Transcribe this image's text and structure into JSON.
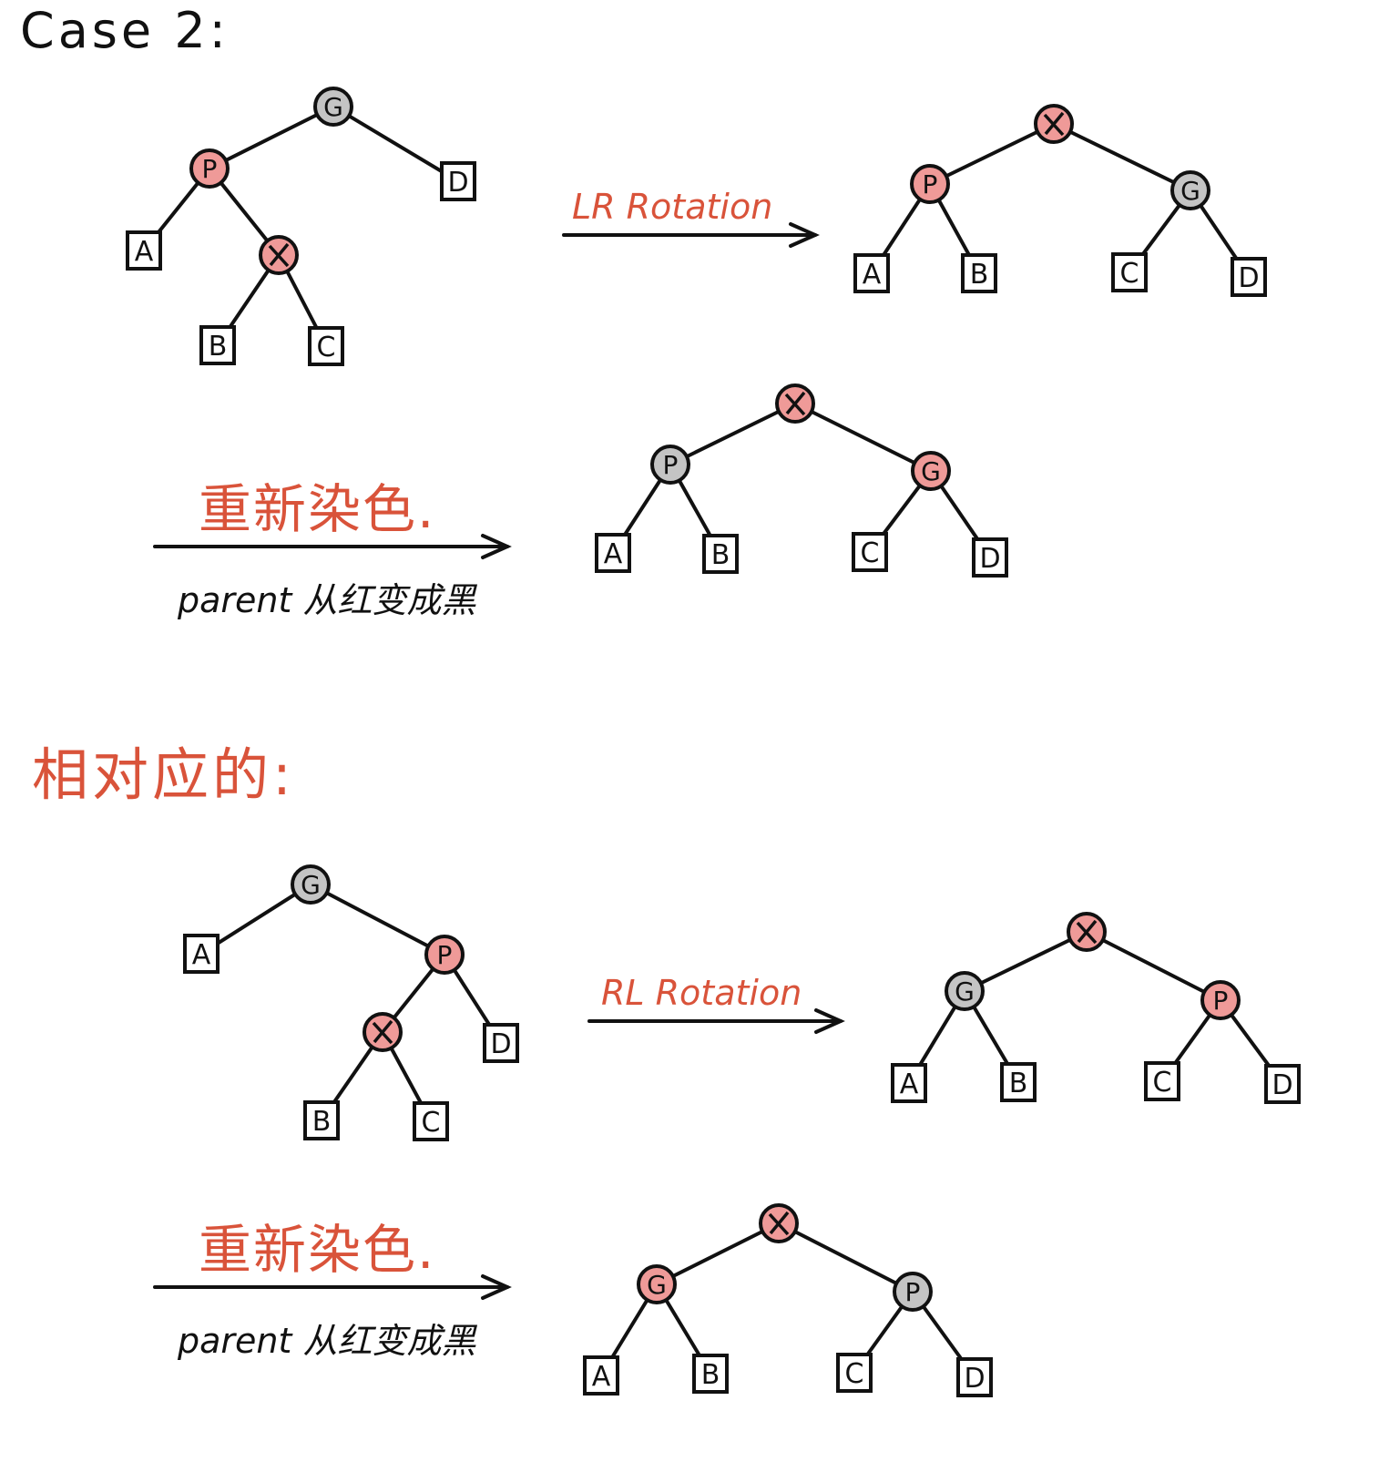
{
  "title": "Case 2:",
  "section_title": "相对应的:",
  "colors": {
    "red_node": "#ef9a98",
    "black_node": "#c4c4c4",
    "annotation": "#d9533a",
    "ink": "#111111"
  },
  "steps": [
    {
      "rotation_label": "LR Rotation",
      "recolor_label": "重新染色.",
      "recolor_note": "parent 从红变成黑"
    },
    {
      "rotation_label": "RL Rotation",
      "recolor_label": "重新染色.",
      "recolor_note": "parent 从红变成黑"
    }
  ],
  "trees": [
    {
      "name": "lr-before",
      "nodes": [
        {
          "id": "G",
          "label": "G",
          "kind": "circle",
          "color": "black"
        },
        {
          "id": "P",
          "label": "P",
          "kind": "circle",
          "color": "red",
          "parent": "G"
        },
        {
          "id": "D",
          "label": "D",
          "kind": "box",
          "parent": "G"
        },
        {
          "id": "A",
          "label": "A",
          "kind": "box",
          "parent": "P"
        },
        {
          "id": "X",
          "label": "X",
          "kind": "circle",
          "color": "red",
          "parent": "P"
        },
        {
          "id": "B",
          "label": "B",
          "kind": "box",
          "parent": "X"
        },
        {
          "id": "C",
          "label": "C",
          "kind": "box",
          "parent": "X"
        }
      ]
    },
    {
      "name": "lr-after-rotation",
      "nodes": [
        {
          "id": "X",
          "label": "X",
          "kind": "circle",
          "color": "red"
        },
        {
          "id": "P",
          "label": "P",
          "kind": "circle",
          "color": "red",
          "parent": "X"
        },
        {
          "id": "G",
          "label": "G",
          "kind": "circle",
          "color": "black",
          "parent": "X"
        },
        {
          "id": "A",
          "label": "A",
          "kind": "box",
          "parent": "P"
        },
        {
          "id": "B",
          "label": "B",
          "kind": "box",
          "parent": "P"
        },
        {
          "id": "C",
          "label": "C",
          "kind": "box",
          "parent": "G"
        },
        {
          "id": "D",
          "label": "D",
          "kind": "box",
          "parent": "G"
        }
      ]
    },
    {
      "name": "lr-after-recolor",
      "nodes": [
        {
          "id": "X",
          "label": "X",
          "kind": "circle",
          "color": "red"
        },
        {
          "id": "P",
          "label": "P",
          "kind": "circle",
          "color": "black",
          "parent": "X"
        },
        {
          "id": "G",
          "label": "G",
          "kind": "circle",
          "color": "red",
          "parent": "X"
        },
        {
          "id": "A",
          "label": "A",
          "kind": "box",
          "parent": "P"
        },
        {
          "id": "B",
          "label": "B",
          "kind": "box",
          "parent": "P"
        },
        {
          "id": "C",
          "label": "C",
          "kind": "box",
          "parent": "G"
        },
        {
          "id": "D",
          "label": "D",
          "kind": "box",
          "parent": "G"
        }
      ]
    },
    {
      "name": "rl-before",
      "nodes": [
        {
          "id": "G",
          "label": "G",
          "kind": "circle",
          "color": "black"
        },
        {
          "id": "A",
          "label": "A",
          "kind": "box",
          "parent": "G"
        },
        {
          "id": "P",
          "label": "P",
          "kind": "circle",
          "color": "red",
          "parent": "G"
        },
        {
          "id": "X",
          "label": "X",
          "kind": "circle",
          "color": "red",
          "parent": "P"
        },
        {
          "id": "D",
          "label": "D",
          "kind": "box",
          "parent": "P"
        },
        {
          "id": "B",
          "label": "B",
          "kind": "box",
          "parent": "X"
        },
        {
          "id": "C",
          "label": "C",
          "kind": "box",
          "parent": "X"
        }
      ]
    },
    {
      "name": "rl-after-rotation",
      "nodes": [
        {
          "id": "X",
          "label": "X",
          "kind": "circle",
          "color": "red"
        },
        {
          "id": "G",
          "label": "G",
          "kind": "circle",
          "color": "black",
          "parent": "X"
        },
        {
          "id": "P",
          "label": "P",
          "kind": "circle",
          "color": "red",
          "parent": "X"
        },
        {
          "id": "A",
          "label": "A",
          "kind": "box",
          "parent": "G"
        },
        {
          "id": "B",
          "label": "B",
          "kind": "box",
          "parent": "G"
        },
        {
          "id": "C",
          "label": "C",
          "kind": "box",
          "parent": "P"
        },
        {
          "id": "D",
          "label": "D",
          "kind": "box",
          "parent": "P"
        }
      ]
    },
    {
      "name": "rl-after-recolor",
      "nodes": [
        {
          "id": "X",
          "label": "X",
          "kind": "circle",
          "color": "red"
        },
        {
          "id": "G",
          "label": "G",
          "kind": "circle",
          "color": "red",
          "parent": "X"
        },
        {
          "id": "P",
          "label": "P",
          "kind": "circle",
          "color": "black",
          "parent": "X"
        },
        {
          "id": "A",
          "label": "A",
          "kind": "box",
          "parent": "G"
        },
        {
          "id": "B",
          "label": "B",
          "kind": "box",
          "parent": "G"
        },
        {
          "id": "C",
          "label": "C",
          "kind": "box",
          "parent": "P"
        },
        {
          "id": "D",
          "label": "D",
          "kind": "box",
          "parent": "P"
        }
      ]
    }
  ]
}
